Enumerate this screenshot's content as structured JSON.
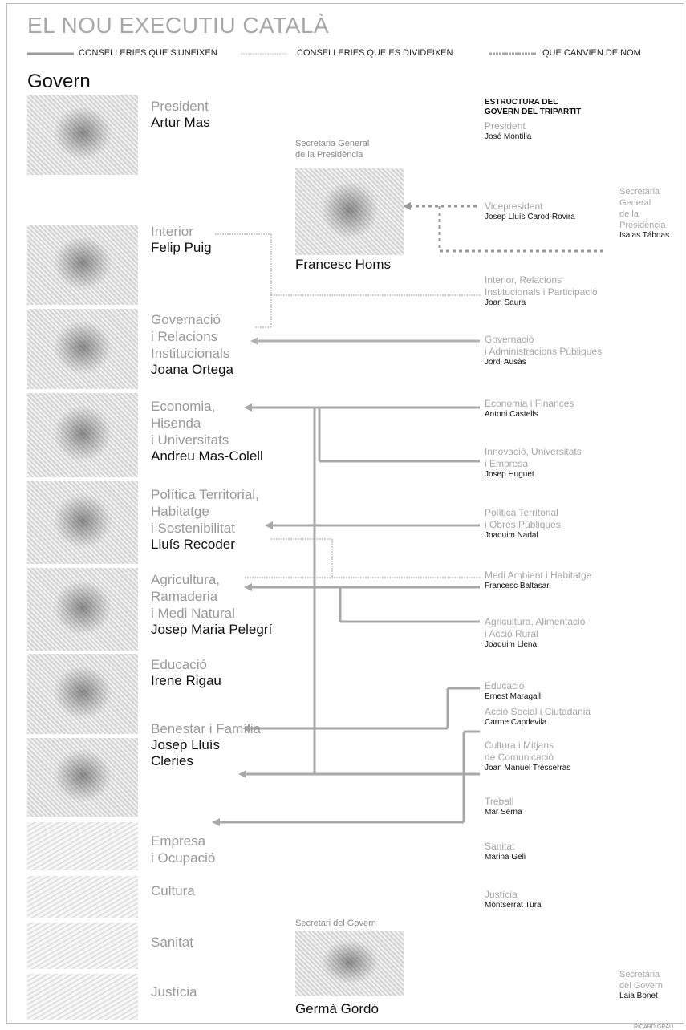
{
  "title": "EL NOU EXECUTIU CATALÀ",
  "legend": {
    "merge": "CONSELLERIES QUE S'UNEIXEN",
    "split": "CONSELLERIES QUE ES DIVIDEIXEN",
    "rename": "QUE CANVIEN DE NOM"
  },
  "govern_label": "Govern",
  "new_government": [
    {
      "dept": [
        "President"
      ],
      "name": "Artur Mas"
    },
    {
      "dept": [
        "Interior"
      ],
      "name": "Felip Puig"
    },
    {
      "dept": [
        "Governació",
        "i Relacions",
        "Institucionals"
      ],
      "name": "Joana Ortega"
    },
    {
      "dept": [
        "Economia,",
        "Hisenda",
        "i Universitats"
      ],
      "name": "Andreu Mas-Colell"
    },
    {
      "dept": [
        "Política Territorial,",
        "Habitatge",
        "i Sostenibilitat"
      ],
      "name": "Lluís Recoder"
    },
    {
      "dept": [
        "Agricultura,",
        "Ramaderia",
        "i Medi Natural"
      ],
      "name": "Josep Maria Pelegrí"
    },
    {
      "dept": [
        "Educació"
      ],
      "name": "Irene Rigau"
    },
    {
      "dept": [
        "Benestar i Família"
      ],
      "name": "Josep Lluís",
      "name2": "Cleries"
    },
    {
      "dept": [
        "Empresa",
        "i Ocupació"
      ],
      "name": ""
    },
    {
      "dept": [
        "Cultura"
      ],
      "name": ""
    },
    {
      "dept": [
        "Sanitat"
      ],
      "name": ""
    },
    {
      "dept": [
        "Justícia"
      ],
      "name": ""
    }
  ],
  "secretaria_presidencia": {
    "label": [
      "Secretaria General",
      "de la Presidència"
    ],
    "name": "Francesc Homs"
  },
  "secretari_govern": {
    "label": "Secretari del Govern",
    "name": "Germà Gordó"
  },
  "tripartit": {
    "header": [
      "ESTRUCTURA DEL",
      "GOVERN DEL TRIPARTIT"
    ],
    "items": [
      {
        "title": [
          "President"
        ],
        "name": "José Montilla"
      },
      {
        "title": [
          "Vicepresident"
        ],
        "name": "Josep Lluís Carod-Rovira"
      },
      {
        "title": [
          "Interior, Relacions",
          "Institucionals i Participació"
        ],
        "name": "Joan Saura"
      },
      {
        "title": [
          "Governació",
          "i Administracions Públiques"
        ],
        "name": "Jordi Ausàs"
      },
      {
        "title": [
          "Economia i Finances"
        ],
        "name": "Antoni Castells"
      },
      {
        "title": [
          "Innovació, Universitats",
          "i Empresa"
        ],
        "name": "Josep Huguet"
      },
      {
        "title": [
          "Política Territorial",
          "i Obres Públiques"
        ],
        "name": "Joaquim Nadal"
      },
      {
        "title": [
          "Medi Ambient i Habitatge"
        ],
        "name": "Francesc Baltasar"
      },
      {
        "title": [
          "Agricultura, Alimentació",
          "i Acció Rural"
        ],
        "name": "Joaquim Llena"
      },
      {
        "title": [
          "Educació"
        ],
        "name": "Ernest Maragall"
      },
      {
        "title": [
          "Acció Social i Ciutadania"
        ],
        "name": "Carme Capdevila"
      },
      {
        "title": [
          "Cultura i Mitjans",
          "de Comunicació"
        ],
        "name": "Joan Manuel Tresserras"
      },
      {
        "title": [
          "Treball"
        ],
        "name": "Mar Serna"
      },
      {
        "title": [
          "Sanitat"
        ],
        "name": "Marina Geli"
      },
      {
        "title": [
          "Justícia"
        ],
        "name": "Montserrat Tura"
      }
    ],
    "sec_presidencia": {
      "label": [
        "Secretaria",
        "General",
        "de la",
        "Presidència"
      ],
      "name": "Isaias Táboas"
    },
    "sec_govern": {
      "label": [
        "Secretaria",
        "del Govern"
      ],
      "name": "Laia Bonet"
    }
  },
  "credit": "RICARD GRAU"
}
